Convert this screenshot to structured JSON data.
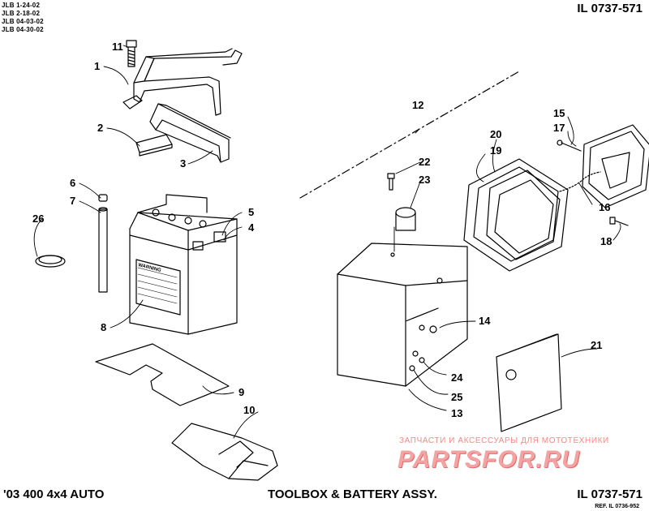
{
  "revisions": [
    "JLB 1-24-02",
    "JLB 2-18-02",
    "JLB 04-03-02",
    "JLB 04-30-02"
  ],
  "illustration_number": "IL 0737-571",
  "model": "'03 400 4x4 AUTO",
  "assembly_title": "TOOLBOX & BATTERY ASSY.",
  "reference": "REF. IL 0736-952",
  "watermark": {
    "tagline": "ЗАПЧАСТИ И АКСЕССУАРЫ ДЛЯ МОТОТЕХНИКИ",
    "brand": "PARTSFOR.RU"
  },
  "battery_label": "WARNING",
  "callouts": [
    "1",
    "2",
    "3",
    "4",
    "5",
    "6",
    "7",
    "8",
    "9",
    "10",
    "11",
    "12",
    "13",
    "14",
    "15",
    "16",
    "17",
    "18",
    "19",
    "20",
    "21",
    "22",
    "23",
    "24",
    "25",
    "26"
  ],
  "colors": {
    "line": "#000000",
    "watermark": "#f4a3a3"
  }
}
